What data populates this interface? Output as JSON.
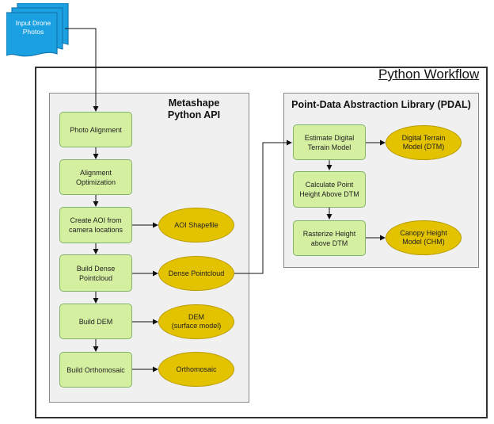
{
  "input": {
    "label": "Input Drone\nPhotos"
  },
  "outer": {
    "title": "Python Workflow"
  },
  "metashape": {
    "title": "Metashape\nPython API",
    "steps": [
      {
        "label": "Photo Alignment"
      },
      {
        "label": "Alignment\nOptimization"
      },
      {
        "label": "Create AOI from\ncamera locations"
      },
      {
        "label": "Build Dense\nPointcloud"
      },
      {
        "label": "Build DEM"
      },
      {
        "label": "Build Orthomosaic"
      }
    ],
    "outputs": [
      {
        "label": "AOI Shapefile"
      },
      {
        "label": "Dense Pointcloud"
      },
      {
        "label": "DEM\n(surface model)"
      },
      {
        "label": "Orthomosaic"
      }
    ]
  },
  "pdal": {
    "title": "Point-Data Abstraction Library (PDAL)",
    "steps": [
      {
        "label": "Estimate Digital\nTerrain Model"
      },
      {
        "label": "Calculate Point\nHeight Above DTM"
      },
      {
        "label": "Rasterize Height\nabove DTM"
      }
    ],
    "outputs": [
      {
        "label": "Digital Terrain\nModel (DTM)"
      },
      {
        "label": "Canopy Height\nModel (CHM)"
      }
    ]
  },
  "colors": {
    "input_fill": "#1ba1e2",
    "step_fill": "#d5efa1",
    "output_fill": "#e3c200"
  }
}
